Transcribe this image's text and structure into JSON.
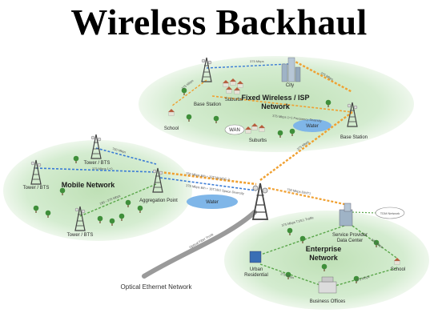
{
  "title": "Wireless Backhaul",
  "colors": {
    "island": "#cfe7c9",
    "island_edge": "#e9f4e5",
    "water": "#7fb6e8",
    "fiber": "#9a9a9a",
    "link_blue": "#3a7bd5",
    "link_orange": "#f0a030",
    "link_green": "#5aa64a",
    "tower": "#444444",
    "tree": "#3f8f3a"
  },
  "networks": {
    "fixed": "Fixed Wireless / ISP Network",
    "fixed_l1": "Fixed Wireless / ISP",
    "fixed_l2": "Network",
    "mobile": "Mobile Network",
    "enterprise_l1": "Enterprise",
    "enterprise_l2": "Network",
    "optical": "Optical Ethernet Network"
  },
  "labels": {
    "base_station_1": "Base Station",
    "suburbs_1": "Suburbs",
    "city": "City",
    "school_1": "School",
    "wan": "WAN",
    "water_1": "Water",
    "suburbs_2": "Suburbs",
    "base_station_2": "Base Station",
    "tower_bts_1": "Tower / BTS",
    "tower_bts_2": "Tower / BTS",
    "tower_bts_3": "Tower / BTS",
    "aggregation_point": "Aggregation Point",
    "water_2": "Water",
    "tdm_network": "TDM Network",
    "service_provider_l1": "Service Provider",
    "service_provider_l2": "Data Center",
    "urban_l1": "Urban",
    "urban_l2": "Residential",
    "school_2": "School",
    "business_offices": "Business Offices",
    "optical_fiber_trunk": "Optical Fiber Trunk"
  },
  "links": {
    "l1": "375 Mbps",
    "l2": "375 Mbps",
    "l3": "375 Mbps",
    "l4": "375 Mbps 1+1 Frequency Diversity",
    "l5": "375 Mbps",
    "l6": "750 Mbps",
    "l7": "375 Mbps 1+0",
    "l8": "750 Mbps Eth + 32T1/E1/OC-3",
    "l9": "375 Mbps Eth + 16T1/E1 Space Diversity",
    "l10": "750 Mbps Eth/T1",
    "l11": "375 Mbps T1/E1 Traffic",
    "l12": "375 Mbps",
    "l13": "375 Mbps",
    "l14": "375 Mbps",
    "l15": "180 - 375 Mbps"
  }
}
